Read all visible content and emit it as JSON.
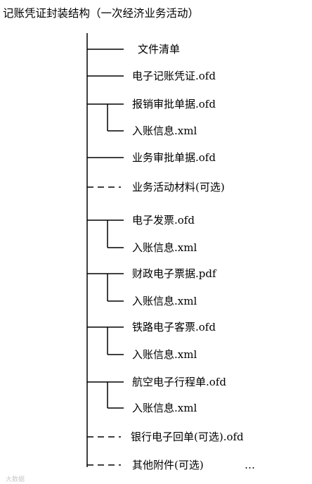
{
  "title": "记账凭证封装结构（一次经济业务活动）",
  "items": [
    {
      "label": "文件清单"
    },
    {
      "label": "电子记账凭证.ofd"
    },
    {
      "label": "报销审批单据.ofd",
      "children": [
        "入账信息.xml"
      ]
    },
    {
      "label": "业务审批单据.ofd"
    },
    {
      "label": "业务活动材料(可选)",
      "dashed": true
    },
    {
      "label": "电子发票.ofd",
      "children": [
        "入账信息.xml"
      ]
    },
    {
      "label": "财政电子票据.pdf",
      "children": [
        "入账信息.xml"
      ]
    },
    {
      "label": "铁路电子客票.ofd",
      "children": [
        "入账信息.xml"
      ]
    },
    {
      "label": "航空电子行程单.ofd",
      "children": [
        "入账信息.xml"
      ]
    },
    {
      "label": "银行电子回单(可选).ofd",
      "dashed": true
    },
    {
      "label": "其他附件(可选)",
      "dashed": true
    }
  ],
  "ellipsis": "…",
  "watermark": "大数据"
}
